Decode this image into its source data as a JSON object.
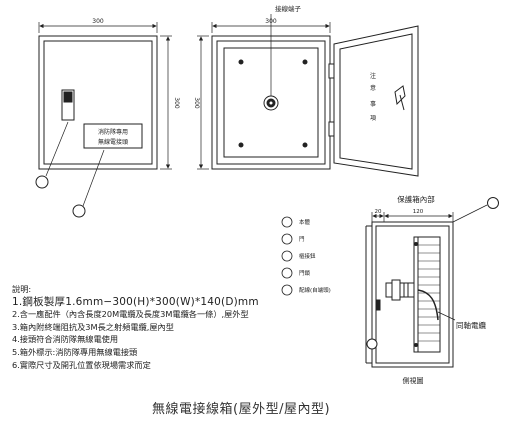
{
  "front_view": {
    "width_dim": "300",
    "height_dim": "300",
    "plate_line1": "消防隊專用",
    "plate_line2": "無線電接頭"
  },
  "open_view": {
    "width_dim": "300",
    "height_dim": "300",
    "terminal_label": "接線端子",
    "door_text": [
      "注",
      "意",
      "事",
      "項"
    ]
  },
  "side_view": {
    "header": "保護箱內部",
    "dim_left": "20",
    "dim_right": "120",
    "cable_label": "同軸電纜",
    "caption": "側視圖"
  },
  "legend": [
    {
      "label": "本體"
    },
    {
      "label": "門"
    },
    {
      "label": "樞接鈕"
    },
    {
      "label": "門鎖"
    },
    {
      "label": "配線(自端頭)"
    }
  ],
  "notes": {
    "heading": "說明:",
    "items": [
      "1.鋼板製厚1.6mm−300(H)*300(W)*140(D)mm",
      "2.含一應配件（內含長度20M電纜及長度3M電纜各一條）,屋外型",
      "3.箱內附終端阻抗及3M長之射頻電纜,屋內型",
      "4.接頭符合消防隊無線電使用",
      "5.箱外標示:消防隊專用無線電接頭",
      "6.實際尺寸及開孔位置依現場需求而定"
    ]
  },
  "title": "無線電接線箱(屋外型/屋內型)"
}
